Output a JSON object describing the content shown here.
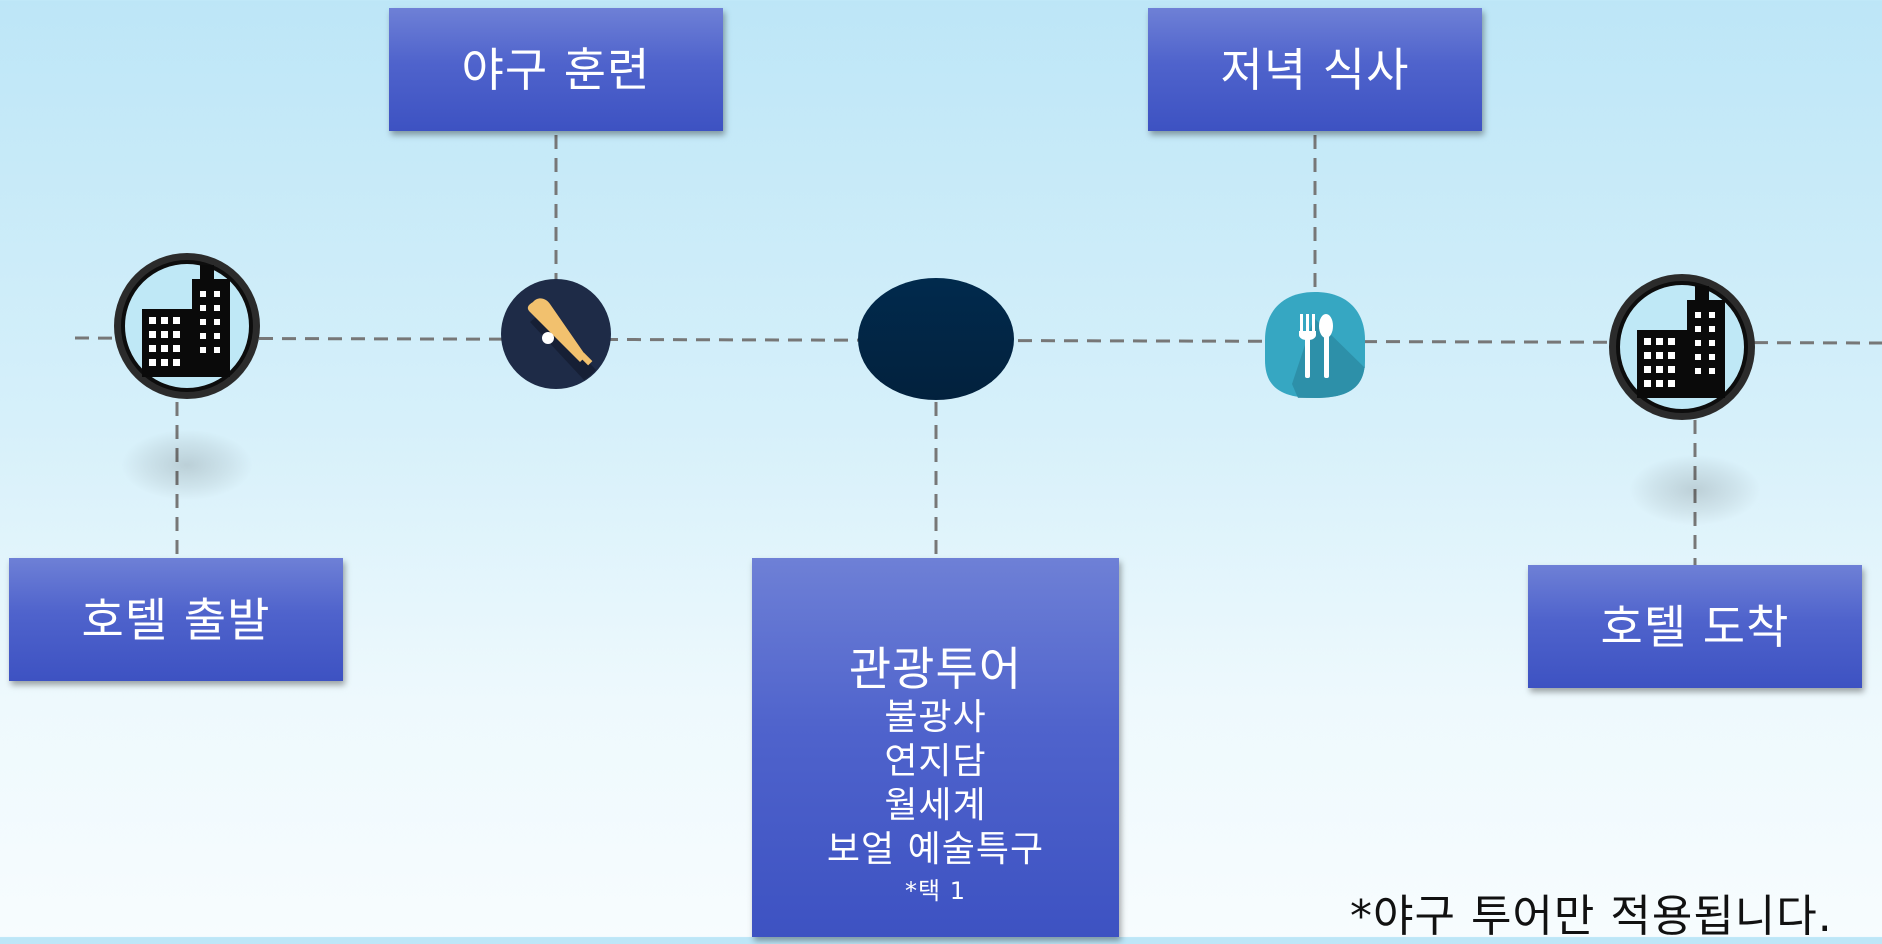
{
  "timeline": {
    "steps": [
      {
        "id": "hotel-departure",
        "label": "호텔 출발",
        "icon": "building-icon"
      },
      {
        "id": "baseball-training",
        "label": "야구 훈련",
        "icon": "baseball-bat-icon"
      },
      {
        "id": "sightseeing-tour",
        "label": "관광투어",
        "icon": "dark-oval-icon",
        "items": [
          "불광사",
          "연지담",
          "월세계",
          "보얼 예술특구"
        ],
        "note": "*택 1"
      },
      {
        "id": "dinner",
        "label": "저녁 식사",
        "icon": "fork-spoon-icon"
      },
      {
        "id": "hotel-arrival",
        "label": "호텔 도착",
        "icon": "building-icon"
      }
    ]
  },
  "footnote": "*야구 투어만 적용됩니다.",
  "colors": {
    "box_top": "#6e80d6",
    "box_bottom": "#3d52c2",
    "dashed_line": "#777777",
    "node_dark": "#022447",
    "dinner_teal": "#36a7c2",
    "bat_circle": "#1e2b47"
  }
}
